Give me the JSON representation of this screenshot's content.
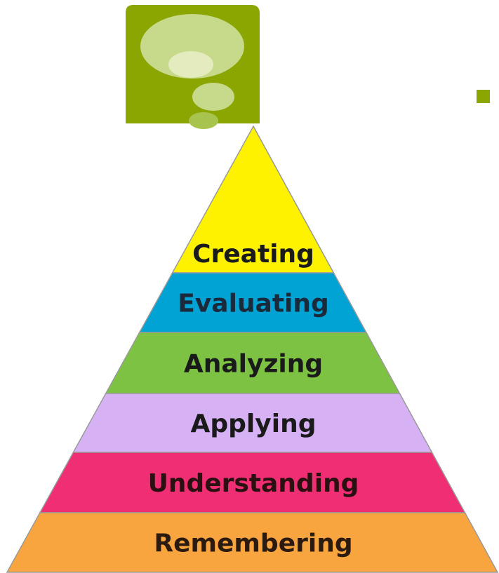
{
  "logo": {
    "icon": "thought-bubble-icon",
    "color": "#8ba600"
  },
  "bullet": {
    "icon": "square-bullet-icon",
    "color": "#8ba600"
  },
  "pyramid": {
    "tiers": [
      {
        "label": "Creating",
        "color": "#fff200",
        "text_color": "#1a1a1a"
      },
      {
        "label": "Evaluating",
        "color": "#00a3d4",
        "text_color": "#1a2a3a"
      },
      {
        "label": "Analyzing",
        "color": "#7dc242",
        "text_color": "#1a1a1a"
      },
      {
        "label": "Applying",
        "color": "#d6b2f5",
        "text_color": "#1a1a1a"
      },
      {
        "label": "Understanding",
        "color": "#f02e73",
        "text_color": "#2a1010"
      },
      {
        "label": "Remembering",
        "color": "#f9a53f",
        "text_color": "#2a1a10"
      }
    ]
  }
}
